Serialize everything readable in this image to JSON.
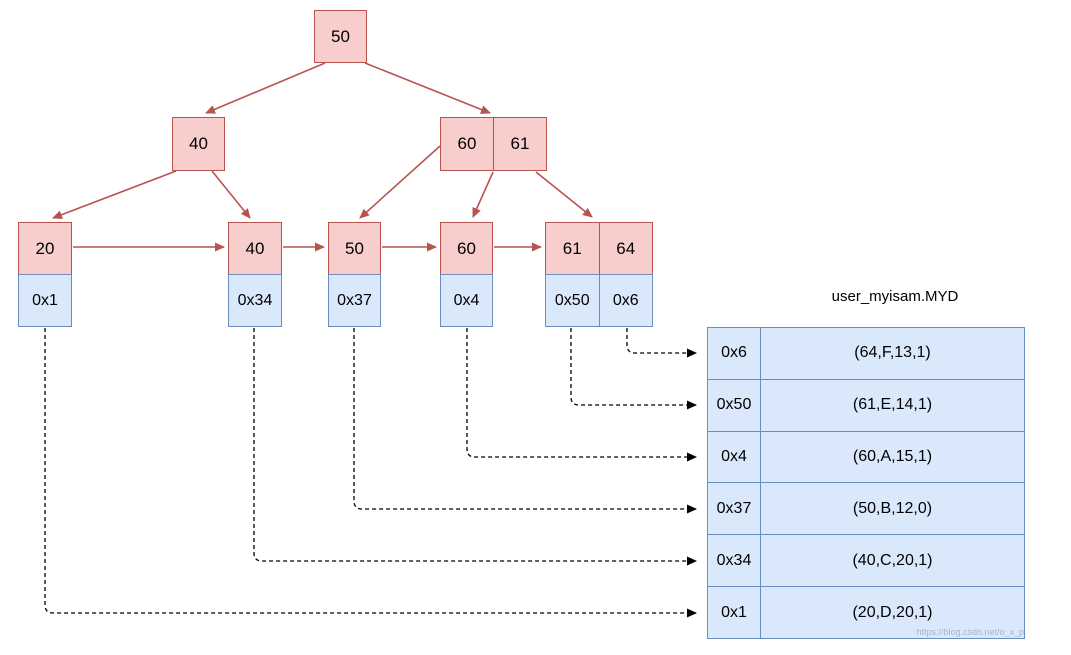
{
  "tree": {
    "root": {
      "keys": [
        "50"
      ]
    },
    "internal_nodes": [
      {
        "keys": [
          "40"
        ]
      },
      {
        "keys": [
          "60",
          "61"
        ]
      }
    ],
    "leaf_nodes": [
      {
        "keys": [
          "20"
        ],
        "pointers": [
          "0x1"
        ]
      },
      {
        "keys": [
          "40"
        ],
        "pointers": [
          "0x34"
        ]
      },
      {
        "keys": [
          "50"
        ],
        "pointers": [
          "0x37"
        ]
      },
      {
        "keys": [
          "60"
        ],
        "pointers": [
          "0x4"
        ]
      },
      {
        "keys": [
          "61",
          "64"
        ],
        "pointers": [
          "0x50",
          "0x6"
        ]
      }
    ]
  },
  "data_file": {
    "title": "user_myisam.MYD",
    "rows": [
      {
        "addr": "0x6",
        "record": "(64,F,13,1)"
      },
      {
        "addr": "0x50",
        "record": "(61,E,14,1)"
      },
      {
        "addr": "0x4",
        "record": "(60,A,15,1)"
      },
      {
        "addr": "0x37",
        "record": "(50,B,12,0)"
      },
      {
        "addr": "0x34",
        "record": "(40,C,20,1)"
      },
      {
        "addr": "0x1",
        "record": "(20,D,20,1)"
      }
    ]
  },
  "watermark": {
    "text": "https://blog.csdn.net/o_x_p"
  },
  "colors": {
    "node_fill": "#f8cecc",
    "node_stroke": "#b85450",
    "addr_fill": "#dae8fc",
    "addr_stroke": "#6c8ebf",
    "edge": "#b85450",
    "pointer_edge": "#000000"
  }
}
